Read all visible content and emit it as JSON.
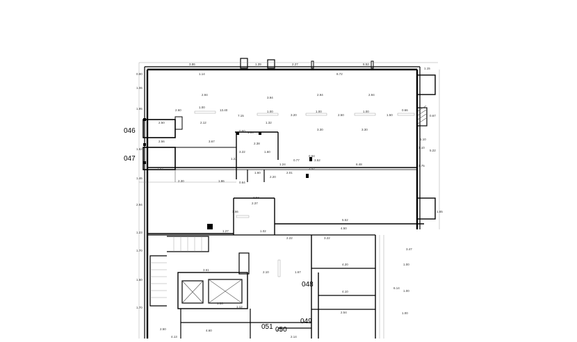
{
  "plan": {
    "room_labels": [
      "046",
      "047",
      "048",
      "049",
      "050",
      "051"
    ],
    "dimensions": {
      "top_row": [
        "3.86",
        "1.39",
        "2.27",
        "6.52",
        "1.15"
      ],
      "upper_band": [
        "1.14",
        "8.72"
      ],
      "interior": [
        "2.94",
        "3.94",
        "2.94",
        "2.94",
        "2.60",
        "1.00",
        "13.40",
        "7.15",
        "1.00",
        "3.20",
        "1.00",
        "2.50",
        "1.00",
        "1.50",
        "0.66",
        "2.50",
        "2.12",
        "1.32",
        "3.30",
        "3.30",
        "1.10",
        "2.56",
        "3.67",
        "0.60",
        "1.04",
        "2.38",
        "1.24",
        "0.77",
        "3.52",
        "6.48",
        "1.60",
        "2.01",
        "3.22",
        "1.60",
        "3.52",
        "1.22",
        "0.84",
        "0.64",
        "2.20",
        "2.52",
        "2.30",
        "1.86",
        "2.53",
        "2.37",
        "5.52",
        "1.56",
        "1.02",
        "1.27",
        "2.22",
        "4.50",
        "3.22",
        "3.61",
        "2.10",
        "1.67",
        "4.20",
        "4.10",
        "2.54",
        "1.00",
        "1.00",
        "1.00",
        "1.12",
        "1.36",
        "4.60",
        "4.22",
        "2.14",
        "2.50",
        "4.13",
        "6.14",
        "3.47"
      ],
      "left_side": [
        "0.90",
        "1.06",
        "1.95",
        "1.62",
        "1.46",
        "2.94",
        "1.23",
        "1.70",
        "1.60",
        "1.70"
      ],
      "right_side": [
        "0.67",
        "1.10",
        "1.75",
        "5.22",
        "1.65"
      ]
    }
  }
}
